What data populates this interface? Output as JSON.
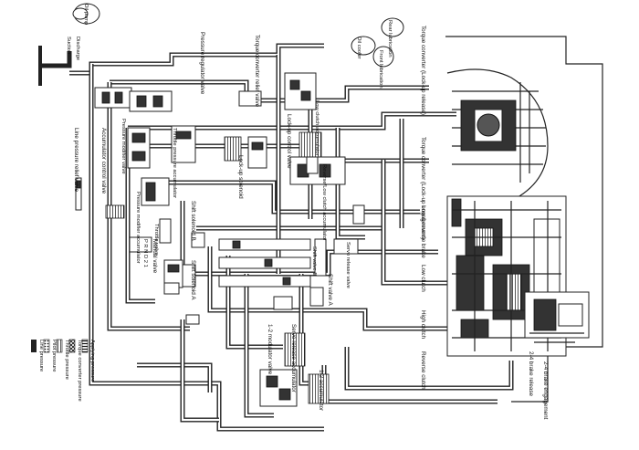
{
  "labels": {
    "oil_pump_discharge": "Discharge",
    "oil_pump_suction": "Suction",
    "oil_pump": "Oil pump",
    "pressure_regulator_valve": "Pressure regulator valve",
    "torque_converter_relief_valve": "Torque converter relief valve",
    "oil_cooler": "Oil cooler",
    "front_lubrication": "Front lubrication",
    "rear_lubrication": "Rear lubrication",
    "torque_converter_lockup_release": "Torque converter (Lock-up release)",
    "torque_converter_lockup_engagement": "Torque converter (Lock-up engagement)",
    "lockup_control_valve": "Lock-up control valve",
    "low_clutch_accumulator": "Low clutch accumulator",
    "lockup_solenoid": "Lock-up solenoid",
    "pressure_modifier_valve": "Pressure modifier valve",
    "throttle_pressure_accumulator": "Throttle pressure accumulator",
    "accumulator_control_valve": "Accumulator control valve",
    "reverse_low_clutch_accumulator": "Reverse/Low clutch accumulator",
    "low_reverse_brake": "Low & reverse brake",
    "low_clutch": "Low clutch",
    "high_clutch": "High clutch",
    "reverse_clutch": "Reverse clutch",
    "line_pressure_relief_valve": "Line pressure relief valve",
    "pressure_modifier_accumulator": "Pressure modifier accumulator",
    "throttle_valve": "Throttle valve",
    "shift_solenoid_b": "Shift solenoid B",
    "shift_solenoid_a": "Shift solenoid A",
    "manual_valve": "Manual valve",
    "manual_positions": "P R N D 2 1",
    "shift_valve_b": "Shift valve B",
    "shift_valve_a": "Shift valve A",
    "servo_release_valve": "Servo release valve",
    "servo_release_accumulator": "Servo release accumulator",
    "modulator_12_valve": "1-2 modulator valve",
    "accumulator_12": "1-2 accumulator",
    "brake_24_engagement": "2-4 brake engagement",
    "brake_24_release": "2-4 brake release"
  },
  "legend": [
    {
      "label": "Line pressure",
      "pattern": "dark"
    },
    {
      "label": "Pilot pressure",
      "pattern": "dot"
    },
    {
      "label": "Throttle pressure",
      "pattern": "hatch"
    },
    {
      "label": "Torque converter pressure",
      "pattern": "cross"
    },
    {
      "label": "Applying pressure",
      "pattern": "stripe"
    }
  ],
  "colors": {
    "ink": "#222222",
    "background": "#ffffff"
  }
}
